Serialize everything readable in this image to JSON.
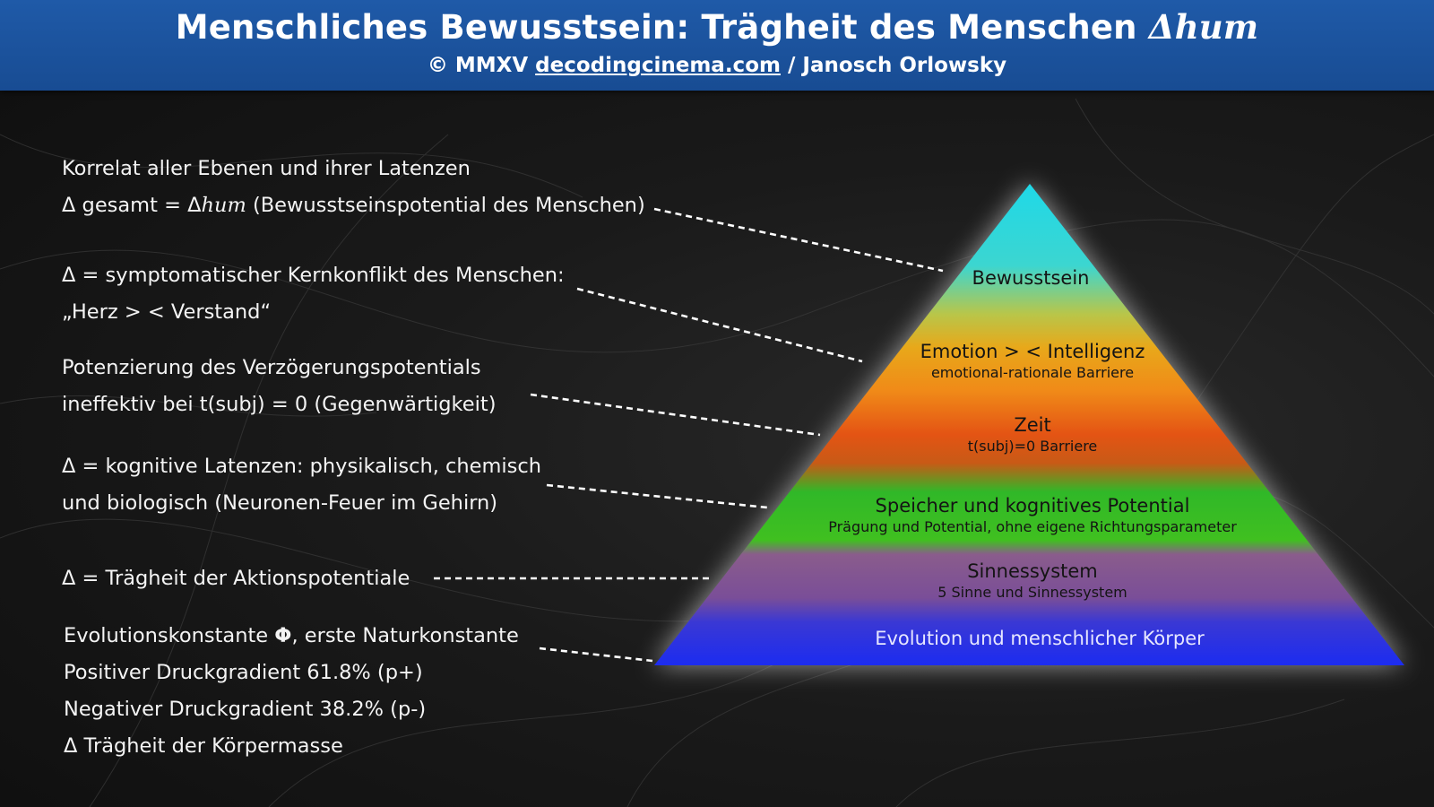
{
  "header": {
    "title": "Menschliches Bewusstsein: Trägheit des Menschen ",
    "title_symbol": "Δhum",
    "copyright": "© MMXV ",
    "link_text": "decodingcinema.com",
    "author": " / Janosch Orlowsky"
  },
  "annotations": [
    {
      "lines": [
        "Korrelat aller Ebenen und ihrer Latenzen"
      ],
      "line2_prefix": "Δ gesamt = Δ",
      "line2_italic": "hum",
      "line2_suffix": " (Bewusstseinspotential des Menschen)"
    },
    {
      "lines": [
        "Δ = symptomatischer Kernkonflikt des Menschen:",
        "„Herz > < Verstand“"
      ]
    },
    {
      "lines": [
        "Potenzierung des Verzögerungspotentials",
        "ineffektiv bei  t(subj) = 0 (Gegenwärtigkeit)"
      ]
    },
    {
      "lines": [
        "Δ = kognitive Latenzen: physikalisch, chemisch",
        "und biologisch (Neuronen-Feuer im Gehirn)"
      ]
    },
    {
      "lines": [
        "Δ = Trägheit der Aktionspotentiale"
      ]
    },
    {
      "line1_prefix": "Evolutionskonstante ",
      "line1_symbol": "Φ",
      "line1_suffix": ", erste Naturkonstante",
      "lines": [
        "Positiver Druckgradient 61.8% (p+)",
        "Negativer Druckgradient 38.2% (p-)",
        "Δ Trägheit der Körpermasse"
      ]
    }
  ],
  "pyramid": {
    "levels": [
      {
        "title": "Bewusstsein",
        "subtitle": ""
      },
      {
        "title": "Emotion > < Intelligenz",
        "subtitle": "emotional-rationale Barriere"
      },
      {
        "title": "Zeit",
        "subtitle": "t(subj)=0 Barriere"
      },
      {
        "title": "Speicher und kognitives Potential",
        "subtitle": "Prägung und Potential, ohne eigene Richtungsparameter"
      },
      {
        "title": "Sinnessystem",
        "subtitle": "5 Sinne und Sinnessystem"
      },
      {
        "title": "Evolution und menschlicher Körper",
        "subtitle": ""
      }
    ],
    "colors": [
      "#1fd8e8",
      "#3fd8c8",
      "#e8a81a",
      "#f07818",
      "#e04c14",
      "#2ab828",
      "#38c020",
      "#8a5c8c",
      "#7a4e98",
      "#3434d8",
      "#1c2cf0"
    ]
  },
  "header_color": "#1f5aa8"
}
